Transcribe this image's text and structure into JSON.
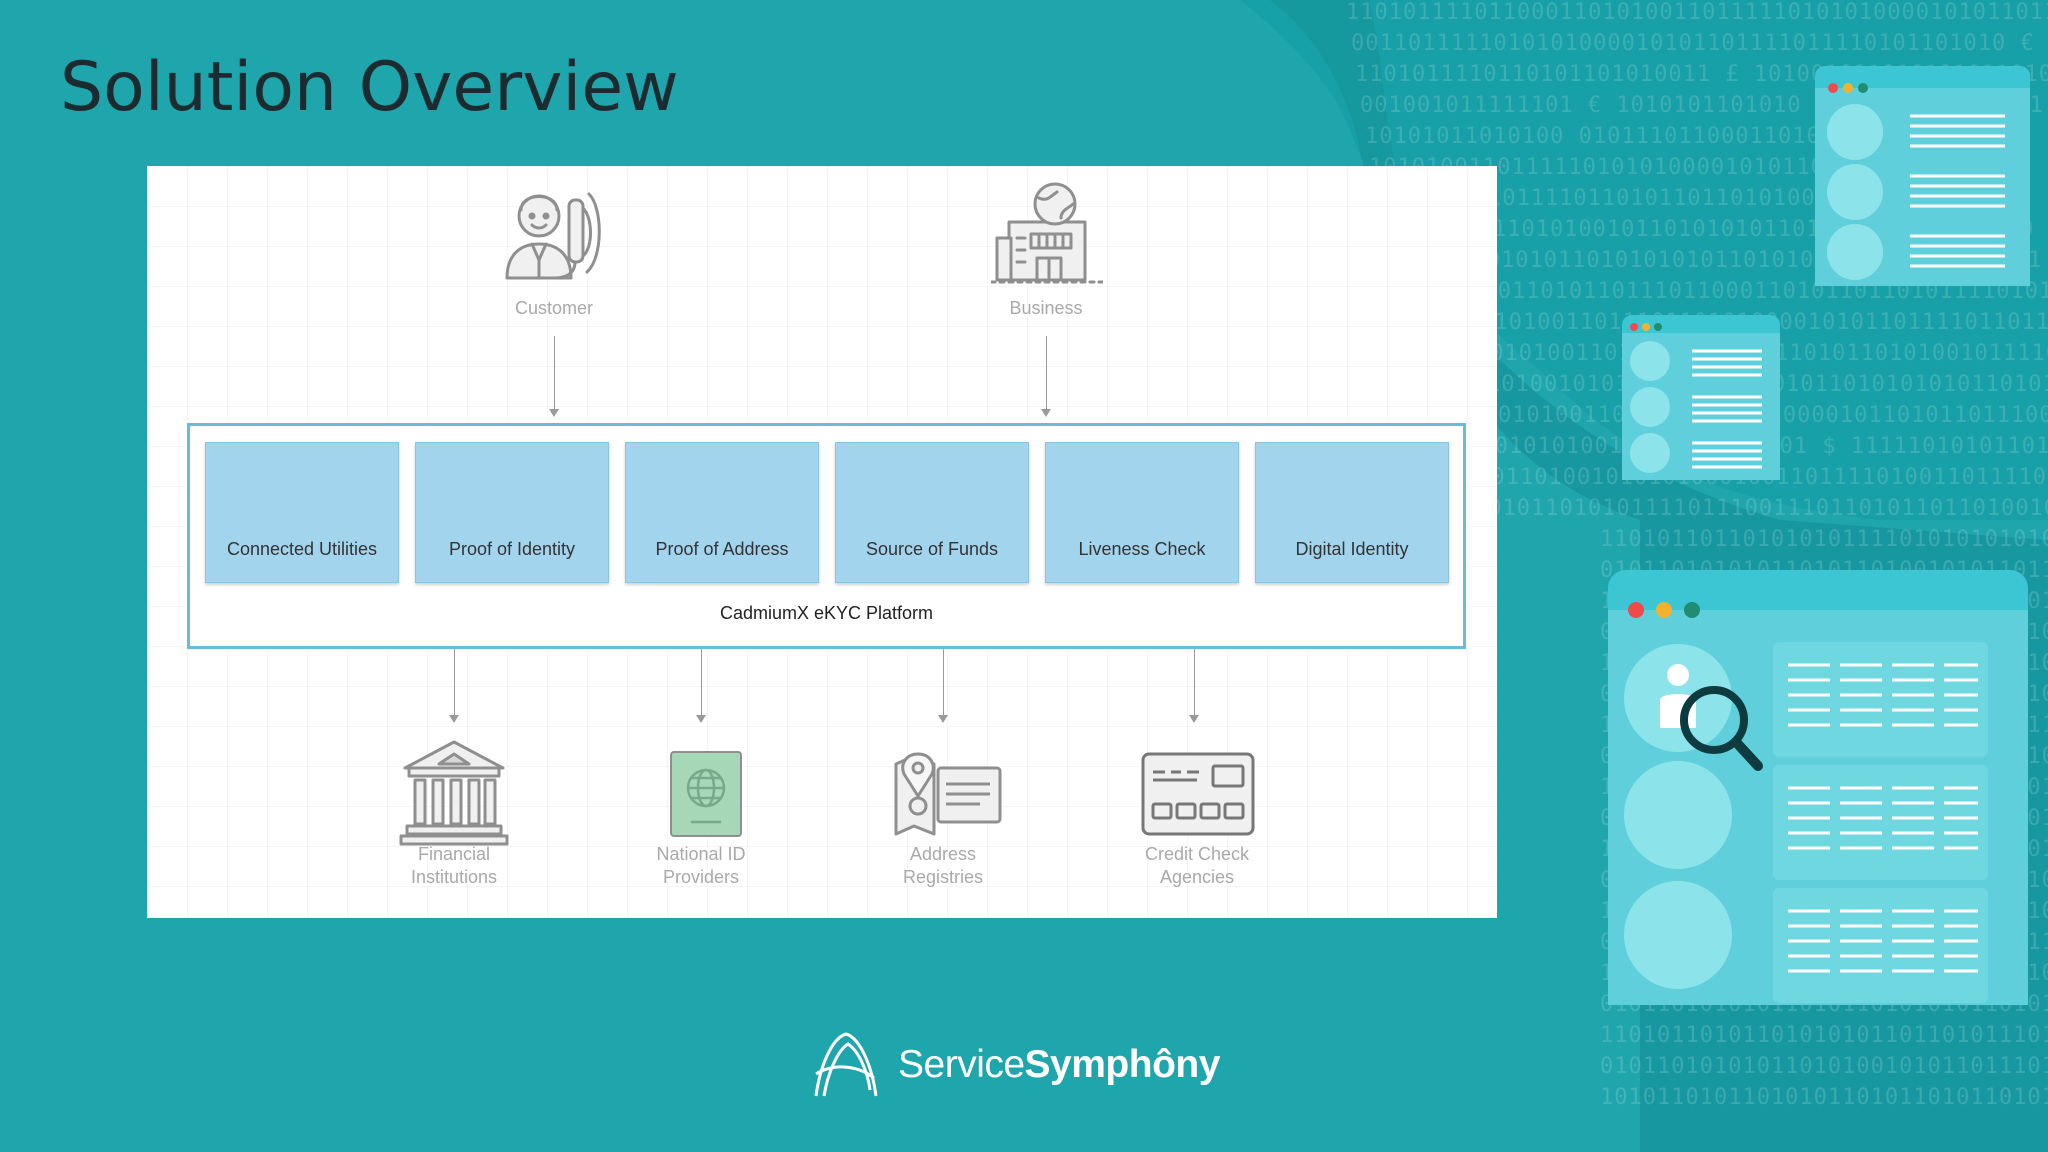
{
  "slide": {
    "title": "Solution Overview"
  },
  "diagram": {
    "actors": [
      {
        "label": "Customer",
        "icon": "customer-support-icon"
      },
      {
        "label": "Business",
        "icon": "business-building-icon"
      }
    ],
    "platform": {
      "name": "CadmiumX eKYC Platform",
      "modules": [
        "Connected Utilities",
        "Proof of Identity",
        "Proof of Address",
        "Source of Funds",
        "Liveness Check",
        "Digital Identity"
      ]
    },
    "providers": [
      {
        "label_line1": "Financial",
        "label_line2": "Institutions",
        "icon": "bank-icon"
      },
      {
        "label_line1": "National ID",
        "label_line2": "Providers",
        "icon": "passport-icon"
      },
      {
        "label_line1": "Address",
        "label_line2": "Registries",
        "icon": "address-map-icon"
      },
      {
        "label_line1": "Credit Check",
        "label_line2": "Agencies",
        "icon": "credit-card-icon"
      }
    ]
  },
  "brand": {
    "name_regular": "Service",
    "name_bold": "Symphôny"
  },
  "decor": {
    "binary_lines": [
      "1101011110110001101010011011111010101000010101101111011",
      "0011011111010101000010101101111011110101101010 € 11110",
      "1101011110110101101010011 £ 1010010110101010110101",
      "001001011111101 € 1010101101010  0010101101010011",
      "10101011010100  0101110110001101011010101011010",
      "1010100110111110101010000101011011110101101010",
      "0001010110111101101011011010100101101010110101",
      "1101011011010100101101010101101010110101010110",
      "0101011010101101010101011010101101010100101101",
      "1010101011010110111011000110101101101011110101",
      "0101101010011011101101010000101011011110110111",
      "1101101010011011101011010110101101010010111101",
      "0101101001010101101011010101101010101011010101",
      "1101010100110111110101010000101101011011100010",
      "1010101010011011010101101 $ 11111010101101011",
      "0101101001010101000100110111101001101111011110",
      "1010110101011110111001110110101101101001011110",
      "1101011011010101011110101010101011010101101010",
      "0101101010101101011010010101101101100110100111",
      "1011011010101001101010101101010110101001011110",
      "0101110101010110110011011010101010101011010110",
      "1101011010101001101010101011011010101100101011",
      "0101101010101101001011010101011010101011010101",
      "1010110101011000110101110101011101010101101010",
      "0101101001010101101101010110101010110101011101",
      "1101011010100101101011001011010101101010110101",
      "0101110101010110110111010101110101101010110101",
      "1010101010110101101101011010010110101101011110",
      "0101101011010010101101010101101010101101001010",
      "1011010100101010101101110101101010100101101010",
      "0101101011001101010101101010101101010101101101",
      "1101010110101010100010110110101011010110101010",
      "0101101010101101011010101011010101101010101101",
      "1101011010110101010110110101110100110101101010",
      "0101101010101101010010101101110101010101011010",
      "1010110101101010110101101011010100101010110101"
    ]
  },
  "colors": {
    "background": "#1fa5ac",
    "module_fill": "#a3d4ee",
    "platform_border": "#67bcd9",
    "window_dots": [
      "#ef4b4b",
      "#f3b22e",
      "#1f8c73"
    ]
  }
}
